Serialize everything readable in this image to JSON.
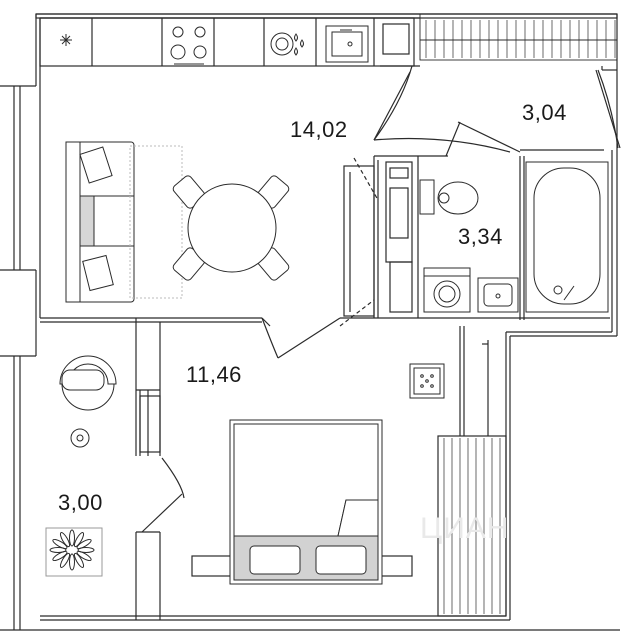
{
  "rooms": [
    {
      "id": "kitchen_living",
      "area": "14,02"
    },
    {
      "id": "balcony",
      "area": "3,04"
    },
    {
      "id": "bathroom",
      "area": "3,34"
    },
    {
      "id": "bedroom",
      "area": "11,46"
    },
    {
      "id": "loggia",
      "area": "3,00"
    }
  ],
  "watermark": "ЦИАН",
  "colors": {
    "wall": "#ffffff",
    "line": "#2b2b2b",
    "fill_gray": "#d6d6d6",
    "bed_shade": "#d2d2d2"
  },
  "icons": [
    "snowflake-icon",
    "stove-icon",
    "sink-icon",
    "toilet-icon",
    "washer-icon",
    "bathtub-icon",
    "armchair-icon",
    "plant-icon",
    "sofa-icon",
    "dining-table-icon",
    "bed-icon",
    "radiator-icon"
  ]
}
